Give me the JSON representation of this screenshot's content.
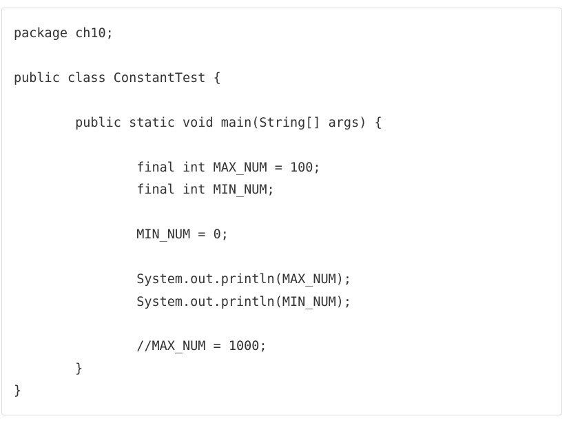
{
  "code": {
    "lines": [
      "package ch10;",
      "",
      "public class ConstantTest {",
      "",
      "        public static void main(String[] args) {",
      "",
      "                final int MAX_NUM = 100;",
      "                final int MIN_NUM;",
      "",
      "                MIN_NUM = 0;",
      "",
      "                System.out.println(MAX_NUM);",
      "                System.out.println(MIN_NUM);",
      "",
      "                //MAX_NUM = 1000;",
      "        }",
      "}"
    ]
  }
}
